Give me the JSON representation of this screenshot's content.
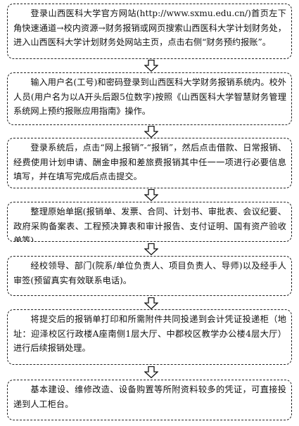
{
  "steps": [
    {
      "text": "登录山西医科大学官方网站(http://www.sxmu.edu.cn/)首页左下角快速通道→校内资源→财务报销或网页搜索山西医科大学计划财务处，进入山西医科大学计划财务处网站主页，点击右侧“财务预约报账”。"
    },
    {
      "text": "输入用户名(工号)和密码登录到山西医科大学财务报销系统内。校外人员(用户名为以A开头后跟5位数字)按照《山西医科大学智慧财务管理系统网上预约报账应用指南》操作。"
    },
    {
      "text": "登录系统后，点击“网上报销”-“报销”，然后点击借款、日常报销、经费使用计划申请、酬金申报和差旅费报销其中任一一项进行必要信息填写，并在填写完成后点击提交。"
    },
    {
      "text": "整理原始单据(报销单、发票、合同、计划书、审批表、会议纪要、政府采购备案表、工程预决算表和审计报告、支付证明、国有资产验收单等)。"
    },
    {
      "text": "经校领导、部门(院系/单位负责人、项目负责人、导师)以及经手人审签(预留真实有效联系电话)。"
    },
    {
      "text": "将提交后的报销单打印和所需附件共同投递到会计凭证投递柜（地址：迎泽校区行政楼A座南侧1层大厅、中郡校区教学办公楼4层大厅）进行后续报销处理。"
    },
    {
      "text": "基本建设、维修改造、设备购置等所附资料较多的凭证，可直接投递到人工柜台。"
    }
  ]
}
